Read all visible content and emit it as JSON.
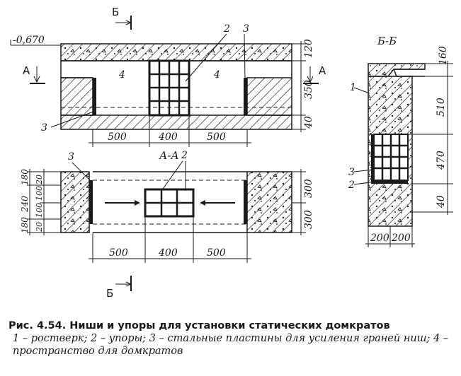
{
  "drawing": {
    "elev_mark": "-0,670",
    "section_bb_letter": "Б",
    "section_aa_letter": "А",
    "section_bb_title": "Б-Б",
    "section_aa_title": "А-А",
    "dims_top_horizontal": [
      "500",
      "400",
      "500"
    ],
    "dims_top_right": [
      "120",
      "350",
      "40"
    ],
    "dims_plan_bottom": [
      "500",
      "400",
      "500"
    ],
    "dims_plan_left_a": [
      "180",
      "240",
      "180"
    ],
    "dims_plan_left_b": [
      "20",
      "100",
      "100",
      "20"
    ],
    "dims_plan_right": [
      "300",
      "300"
    ],
    "dims_bb_right": [
      "160",
      "510",
      "470",
      "40"
    ],
    "dims_bb_bottom": [
      "200",
      "200"
    ],
    "callouts_top": [
      "2",
      "3",
      "3",
      "4",
      "4"
    ],
    "callouts_plan": [
      "3",
      "2"
    ],
    "callouts_bb": [
      "1",
      "3",
      "2"
    ]
  },
  "caption": {
    "title": "Рис. 4.54. Ниши и упоры для установки статических домкратов",
    "body": "1 – ростверк; 2 – упоры; 3 – стальные пластины для усиления граней ниш; 4 – пространство для домкратов"
  }
}
